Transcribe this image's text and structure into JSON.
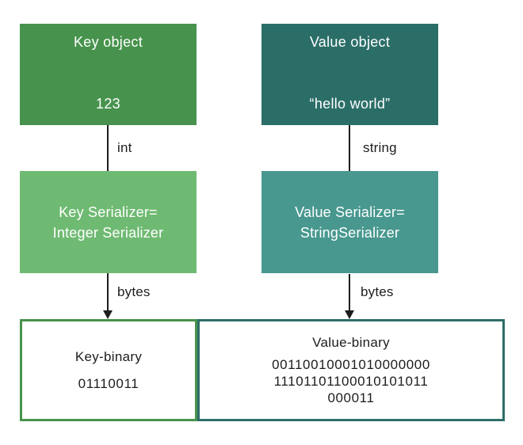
{
  "diagram": {
    "key_flow": {
      "object_box": {
        "title": "Key object",
        "value": "123"
      },
      "type_label": "int",
      "serializer_box": {
        "line1": "Key Serializer=",
        "line2": "Integer Serializer"
      },
      "bytes_label": "bytes",
      "binary_box": {
        "title": "Key-binary",
        "binary": "01110011"
      }
    },
    "value_flow": {
      "object_box": {
        "title": "Value object",
        "value": "“hello world”"
      },
      "type_label": "string",
      "serializer_box": {
        "line1": "Value Serializer=",
        "line2": "StringSerializer"
      },
      "bytes_label": "bytes",
      "binary_box": {
        "title": "Value-binary",
        "binary_lines": [
          "00110010001010000000",
          "11101101100010101011",
          "000011"
        ]
      }
    },
    "colors": {
      "key_object_bg": "#47934d",
      "key_serializer_bg": "#6fba72",
      "key_binary_border": "#47934d",
      "value_object_bg": "#2b6e68",
      "value_serializer_bg": "#48988f",
      "value_binary_border": "#2e6e68",
      "box_text": "#ffffff",
      "diagram_text": "#1d1d1d"
    }
  }
}
